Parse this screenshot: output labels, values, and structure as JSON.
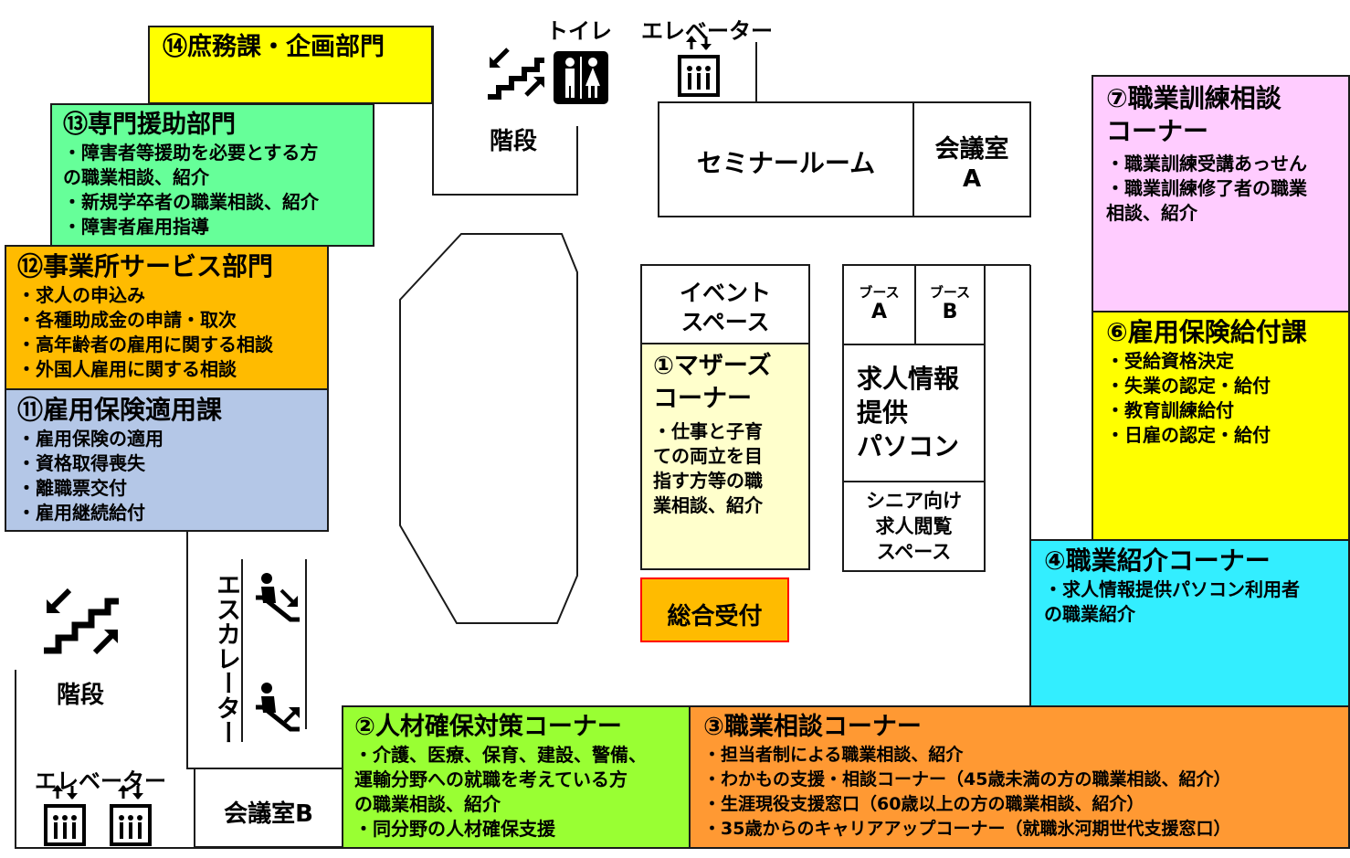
{
  "colors": {
    "yellow": "#ffff00",
    "green": "#66ff99",
    "orange": "#ffbb00",
    "blue_gray": "#b4c7e7",
    "pink": "#ffccff",
    "cyan": "#33eeff",
    "light_green": "#99ff33",
    "deep_orange": "#ff9933",
    "cream": "#ffffcc",
    "reception_border": "#ff0000"
  },
  "facilities": {
    "toilet_label": "トイレ",
    "elevator_top_label": "エレベーター",
    "stairs_top_label": "階段",
    "stairs_bottom_label": "階段",
    "escalator_label": "エスカレーター",
    "elevator_bottom_label": "エレベーター"
  },
  "rooms": {
    "seminar_room": "セミナールーム",
    "meeting_room_a_line1": "会議室",
    "meeting_room_a_line2": "A",
    "event_space_line1": "イベント",
    "event_space_line2": "スペース",
    "booth_a_line1": "ブース",
    "booth_a_line2": "A",
    "booth_b_line1": "ブース",
    "booth_b_line2": "B",
    "job_pc_lines": [
      "求人情報",
      "提供",
      "パソコン"
    ],
    "senior_lines": [
      "シニア向け",
      "求人閲覧",
      "スペース"
    ],
    "reception": "総合受付",
    "meeting_room_b": "会議室B"
  },
  "departments": {
    "d14": {
      "title": "⑭庶務課・企画部門",
      "items": []
    },
    "d13": {
      "title": "⑬専門援助部門",
      "items": [
        "・障害者等援助を必要とする方",
        "の職業相談、紹介",
        "・新規学卒者の職業相談、紹介",
        "・障害者雇用指導"
      ]
    },
    "d12": {
      "title": "⑫事業所サービス部門",
      "items": [
        "・求人の申込み",
        "・各種助成金の申請・取次",
        "・高年齢者の雇用に関する相談",
        "・外国人雇用に関する相談"
      ]
    },
    "d11": {
      "title": "⑪雇用保険適用課",
      "items": [
        "・雇用保険の適用",
        "・資格取得喪失",
        "・離職票交付",
        "・雇用継続給付"
      ]
    },
    "d7": {
      "title_lines": [
        "⑦職業訓練相談",
        "コーナー"
      ],
      "items": [
        "・職業訓練受講あっせん",
        "・職業訓練修了者の職業",
        "相談、紹介"
      ]
    },
    "d6": {
      "title": "⑥雇用保険給付課",
      "items": [
        "・受給資格決定",
        "・失業の認定・給付",
        "・教育訓練給付",
        "・日雇の認定・給付"
      ]
    },
    "d4": {
      "title": "④職業紹介コーナー",
      "items": [
        "・求人情報提供パソコン利用者",
        "の職業紹介"
      ]
    },
    "d1": {
      "title_lines": [
        "①マザーズ",
        "コーナー"
      ],
      "items": [
        "・仕事と子育",
        "ての両立を目",
        "指す方等の職",
        "業相談、紹介"
      ]
    },
    "d2": {
      "title": "②人材確保対策コーナー",
      "items": [
        "・介護、医療、保育、建設、警備、",
        "運輸分野への就職を考えている方",
        "の職業相談、紹介",
        "・同分野の人材確保支援"
      ]
    },
    "d3": {
      "title": "③職業相談コーナー",
      "items": [
        "・担当者制による職業相談、紹介",
        "・わかもの支援・相談コーナー（45歳未満の方の職業相談、紹介）",
        "・生涯現役支援窓口（60歳以上の方の職業相談、紹介）",
        "・35歳からのキャリアアップコーナー（就職氷河期世代支援窓口）"
      ]
    }
  }
}
